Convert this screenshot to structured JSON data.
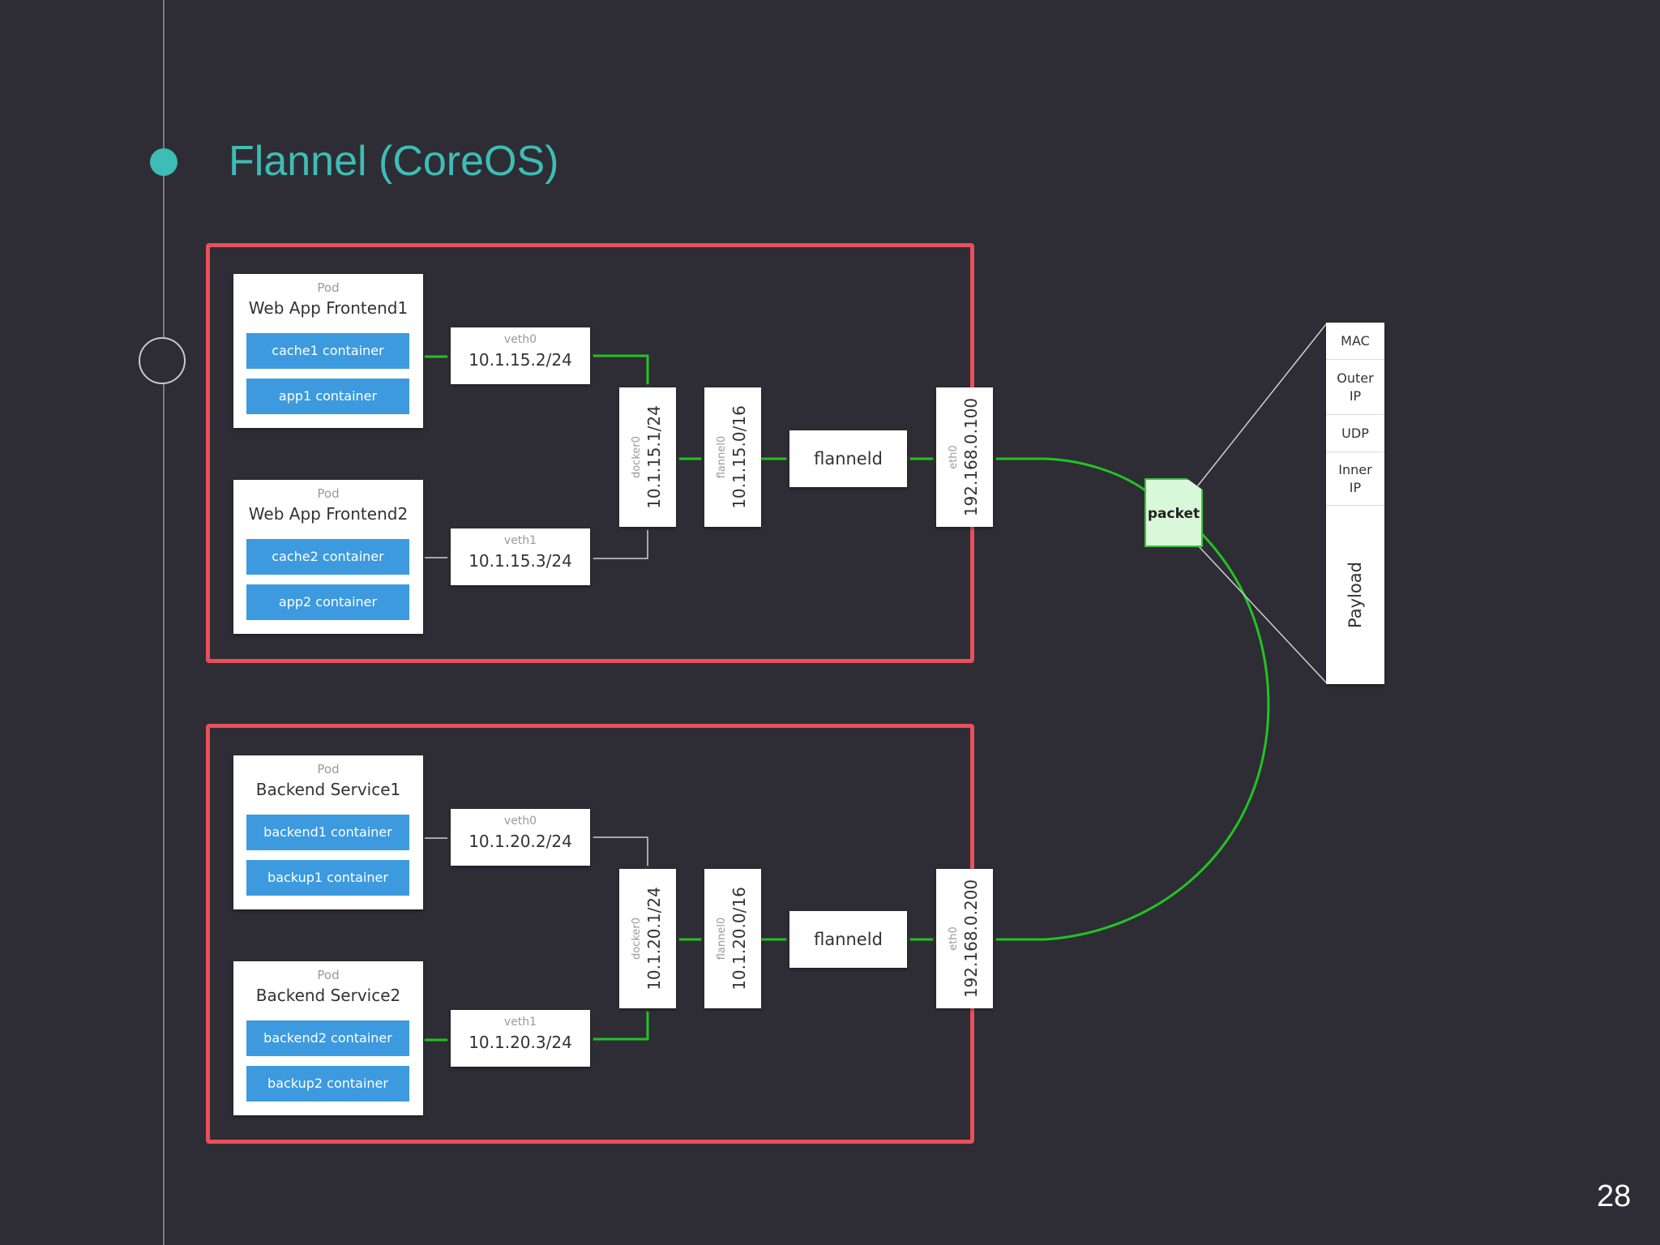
{
  "slide": {
    "title": "Flannel (CoreOS)",
    "page_number": "28"
  },
  "hosts": [
    {
      "pods": [
        {
          "label": "Pod",
          "name": "Web App Frontend1",
          "containers": [
            "cache1 container",
            "app1 container"
          ]
        },
        {
          "label": "Pod",
          "name": "Web App Frontend2",
          "containers": [
            "cache2 container",
            "app2 container"
          ]
        }
      ],
      "veths": [
        {
          "label": "veth0",
          "ip": "10.1.15.2/24"
        },
        {
          "label": "veth1",
          "ip": "10.1.15.3/24"
        }
      ],
      "docker0": {
        "label": "docker0",
        "ip": "10.1.15.1/24"
      },
      "flannel0": {
        "label": "flannel0",
        "ip": "10.1.15.0/16"
      },
      "flanneld": "flanneld",
      "eth0": {
        "label": "eth0",
        "ip": "192.168.0.100"
      }
    },
    {
      "pods": [
        {
          "label": "Pod",
          "name": "Backend Service1",
          "containers": [
            "backend1 container",
            "backup1 container"
          ]
        },
        {
          "label": "Pod",
          "name": "Backend Service2",
          "containers": [
            "backend2 container",
            "backup2 container"
          ]
        }
      ],
      "veths": [
        {
          "label": "veth0",
          "ip": "10.1.20.2/24"
        },
        {
          "label": "veth1",
          "ip": "10.1.20.3/24"
        }
      ],
      "docker0": {
        "label": "docker0",
        "ip": "10.1.20.1/24"
      },
      "flannel0": {
        "label": "flannel0",
        "ip": "10.1.20.0/16"
      },
      "flanneld": "flanneld",
      "eth0": {
        "label": "eth0",
        "ip": "192.168.0.200"
      }
    }
  ],
  "packet": {
    "label": "packet",
    "headers": [
      "MAC",
      "Outer\nIP",
      "UDP",
      "Inner\nIP",
      "Payload"
    ]
  },
  "colors": {
    "accent": "#3dbdb5",
    "host_border": "#e8505b",
    "container": "#3d9ade",
    "active_link": "#22c422",
    "packet_fill": "#d9f7d9"
  }
}
